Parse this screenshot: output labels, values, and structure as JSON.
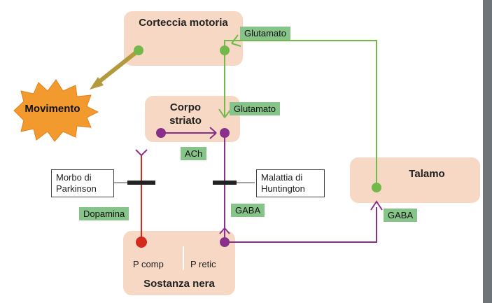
{
  "regions": {
    "cortex": "Corteccia motoria",
    "striatum_line1": "Corpo",
    "striatum_line2": "striato",
    "thalamus": "Talamo",
    "substantia": "Sostanza nera"
  },
  "neurotransmitters": {
    "glutamato_top": "Glutamato",
    "glutamato_mid": "Glutamato",
    "ach": "ACh",
    "gaba_left": "GABA",
    "gaba_right": "GABA",
    "dopamina": "Dopamina"
  },
  "diseases": {
    "parkinson_line1": "Morbo di",
    "parkinson_line2": "Parkinson",
    "huntington_line1": "Malattia di",
    "huntington_line2": "Huntington"
  },
  "nodes": {
    "p_comp": "P comp",
    "p_retic": "P retic"
  },
  "movement": "Movimento",
  "colors": {
    "green": "#72b84a",
    "purple": "#8a2f8c",
    "red": "#d42b1e",
    "region": "#f7d8c5",
    "tag": "#86c489",
    "burst": "#f39a2e"
  }
}
